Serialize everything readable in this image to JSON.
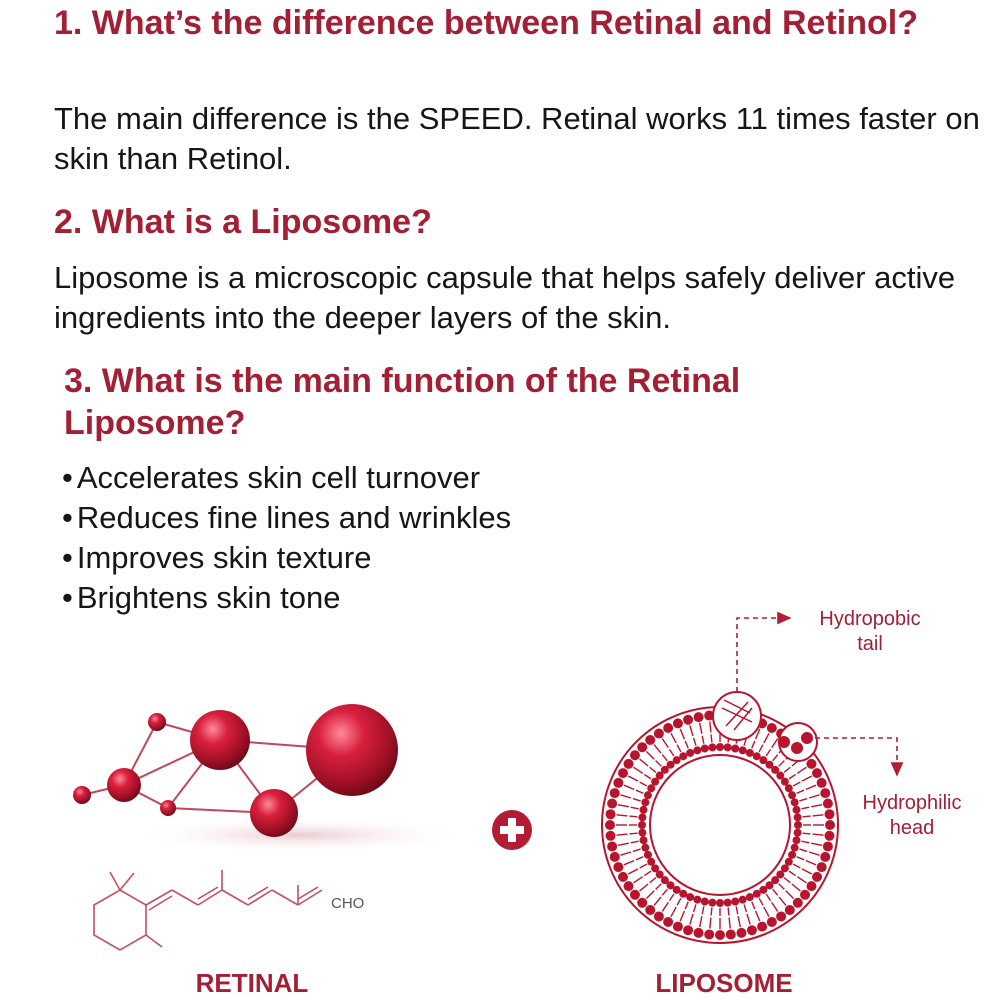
{
  "faq": [
    {
      "question": "1. What’s the difference between Retinal and Retinol?",
      "answer": "The main difference is the SPEED. Retinal works 11 times faster on skin than Retinol."
    },
    {
      "question": "2. What is a Liposome?",
      "answer": "Liposome is a microscopic capsule that helps safely deliver active ingredients into the deeper layers of the skin."
    },
    {
      "question": "3. What is the main function of the Retinal Liposome?",
      "bullets": [
        "Accelerates skin cell turnover",
        "Reduces fine lines and wrinkles",
        "Improves skin texture",
        "Brightens skin tone"
      ]
    }
  ],
  "illustration": {
    "retinal_label": "RETINAL",
    "formula_group": "CHO",
    "plus_icon": "plus-circle-icon",
    "liposome_label": "LIPOSOME",
    "tail_label_line1": "Hydropobic",
    "tail_label_line2": "tail",
    "head_label_line1": "Hydrophilic",
    "head_label_line2": "head"
  },
  "colors": {
    "accent": "#a31f34",
    "text": "#161616",
    "molecule_red": "#b8142e"
  }
}
